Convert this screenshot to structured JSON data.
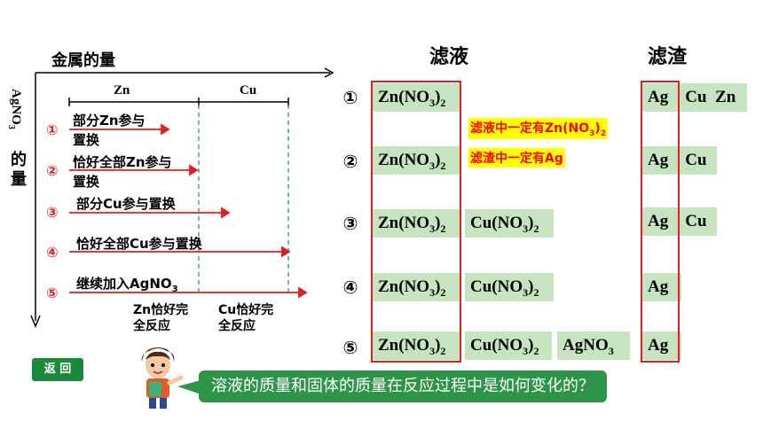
{
  "left": {
    "x_axis_label": "金属的量",
    "y_axis_label_top": "AgNO",
    "y_axis_label_sub": "3",
    "y_axis_label_bottom_1": "的",
    "y_axis_label_bottom_2": "量",
    "segment_zn": "Zn",
    "segment_cu": "Cu",
    "steps": [
      {
        "num": "①",
        "line1": "部分Zn参与",
        "line2": "置换"
      },
      {
        "num": "②",
        "line1": "恰好全部Zn参与",
        "line2": "置换"
      },
      {
        "num": "③",
        "line1": "部分Cu参与置换",
        "line2": ""
      },
      {
        "num": "④",
        "line1": "恰好全部Cu参与置换",
        "line2": ""
      },
      {
        "num": "⑤",
        "line1": "继续加入AgNO",
        "line1_sub": "3",
        "line2": ""
      }
    ],
    "marker_zn_line1": "Zn恰好完",
    "marker_zn_line2": "全反应",
    "marker_cu_line1": "Cu恰好完",
    "marker_cu_line2": "全反应"
  },
  "right": {
    "header_filtrate": "滤液",
    "header_residue": "滤渣",
    "rows": [
      {
        "num": "①"
      },
      {
        "num": "②"
      },
      {
        "num": "③"
      },
      {
        "num": "④"
      },
      {
        "num": "⑤"
      }
    ],
    "zn_no3": "Zn(NO",
    "cu_no3": "Cu(NO",
    "sub3": "3",
    "sub2": "2",
    "close_paren": ")",
    "agno3_main": "AgNO",
    "ag": "Ag",
    "cu": "Cu",
    "zn": "Zn",
    "note1_main": "滤液中一定有Zn(NO",
    "note1_sub3": "3",
    "note1_close": ")",
    "note1_sub2": "2",
    "note2": "滤渣中一定有Ag"
  },
  "back_button": "返 回",
  "question": "溶液的质量和固体的质量在反应过程中是如何变化的？",
  "colors": {
    "accent_red": "#e02020",
    "cell_green": "#c5e4bf",
    "dark_green": "#2e9448"
  }
}
